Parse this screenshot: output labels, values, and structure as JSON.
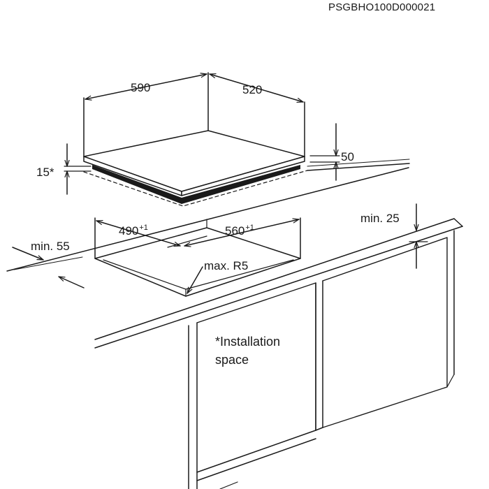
{
  "drawing_code": "PSGBHO100D000021",
  "dimensions": {
    "width": "590",
    "depth": "520",
    "height": "50",
    "seal": "15*",
    "cutout_width": "560",
    "cutout_width_tol": "+1",
    "cutout_depth": "490",
    "cutout_depth_tol": "+1",
    "front_distance": "min. 55",
    "top_distance": "min. 25",
    "corner_radius": "max. R5"
  },
  "note": {
    "line1": "*Installation",
    "line2": "space"
  }
}
